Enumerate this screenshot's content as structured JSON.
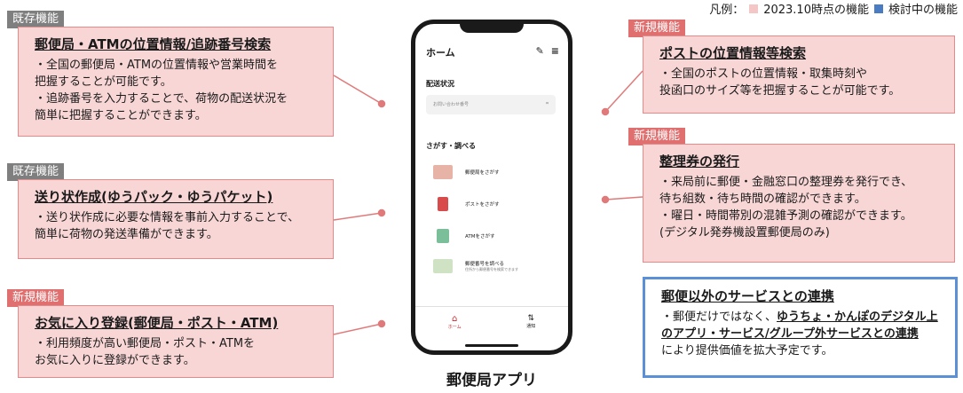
{
  "legend": {
    "label": "凡例：",
    "current": "2023.10時点の機能",
    "planned": "検討中の機能"
  },
  "boxes": [
    {
      "tag": "既存機能",
      "title": "郵便局・ATMの位置情報/追跡番号検索",
      "lines": [
        "・全国の郵便局・ATMの位置情報や営業時間を",
        "把握することが可能です。",
        "・追跡番号を入力することで、荷物の配送状況を",
        "簡単に把握することができます。"
      ]
    },
    {
      "tag": "既存機能",
      "title": "送り状作成(ゆうパック・ゆうパケット)",
      "lines": [
        "・送り状作成に必要な情報を事前入力することで、",
        "簡単に荷物の発送準備ができます。"
      ]
    },
    {
      "tag": "新規機能",
      "title": "お気に入り登録(郵便局・ポスト・ATM)",
      "lines": [
        "・利用頻度が高い郵便局・ポスト・ATMを",
        "お気に入りに登録ができます。"
      ]
    },
    {
      "tag": "新規機能",
      "title": "ポストの位置情報等検索",
      "lines": [
        "・全国のポストの位置情報・取集時刻や",
        "投函口のサイズ等を把握することが可能です。"
      ]
    },
    {
      "tag": "新規機能",
      "title": "整理券の発行",
      "lines": [
        "・来局前に郵便・金融窓口の整理券を発行でき、",
        "待ち組数・待ち時間の確認ができます。",
        "・曜日・時間帯別の混雑予測の確認ができます。",
        "(デジタル発券機設置郵便局のみ)"
      ]
    },
    {
      "title": "郵便以外のサービスとの連携",
      "line1": "・郵便だけではなく、",
      "line1_bold": "ゆうちょ・かんぽのデジタル上",
      "line2_bold": "のアプリ・サービス/グループ外サービスとの連携",
      "line3": "により提供価値を拡大予定です。"
    }
  ],
  "phone": {
    "header": "ホーム",
    "delivery_label": "配送状況",
    "search_placeholder": "お問い合わせ番号",
    "find_label": "さがす・調べる",
    "items": [
      {
        "label": "郵便局をさがす",
        "sub": ""
      },
      {
        "label": "ポストをさがす",
        "sub": ""
      },
      {
        "label": "ATMをさがす",
        "sub": ""
      },
      {
        "label": "郵便番号を調べる",
        "sub": "住所から郵便番号を検索できます"
      }
    ],
    "nav": [
      "ホーム",
      "通知"
    ],
    "caption": "郵便局アプリ"
  },
  "colors": {
    "pink_fill": "#f9d6d6",
    "pink_border": "#e58a8a",
    "tag_gray": "#7f7f7f",
    "tag_red": "#e07070",
    "blue": "#4a7cc4",
    "line": "#e07a7a"
  }
}
